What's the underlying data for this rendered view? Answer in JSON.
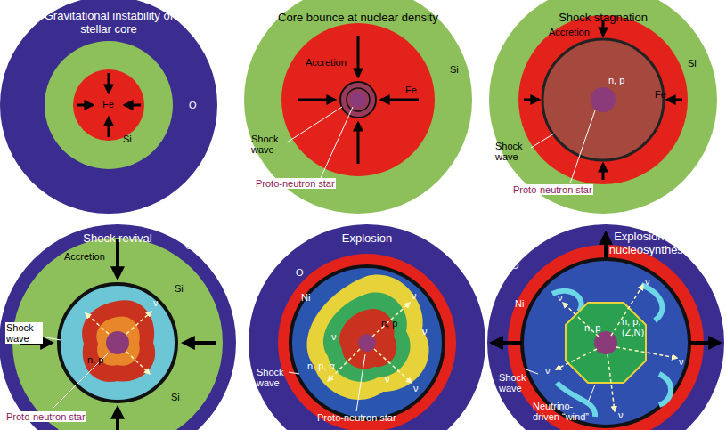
{
  "diagram": {
    "nodes": [
      {
        "text": [
          "Gravitational instability of stellar core"
        ]
      },
      {
        "text": [
          "Core bounce at nuclear density"
        ]
      },
      {
        "text": [
          "Shock stagnation"
        ]
      },
      {
        "text": [
          "Shock revival"
        ]
      },
      {
        "text": [
          "Explosion"
        ]
      },
      {
        "text": [
          "Explosion and nucleosynthesis"
        ]
      }
    ],
    "labels": [
      "Fe",
      "Si",
      "O",
      "Accretion",
      "Fe",
      "Si",
      "Shock wave",
      "Proto-neutron star",
      "Accretion",
      "n, p",
      "Fe",
      "Si",
      "Shock wave",
      "Proto-neutron star",
      "Accretion",
      "O",
      "Si",
      "ν",
      "n, p",
      "Si",
      "Shock wave",
      "Proto-neutron star",
      "O",
      "Ni",
      "n, p",
      "ν",
      "ν",
      "ν",
      "ν",
      "ν",
      "n, p, α",
      "Shock wave",
      "Proto-neutron star",
      "O",
      "Ni",
      "ν",
      "ν",
      "ν",
      "ν",
      "ν",
      "n, p",
      "n, p, (Z,N)",
      "Shock wave",
      "Neutrino-driven “wind”"
    ]
  }
}
